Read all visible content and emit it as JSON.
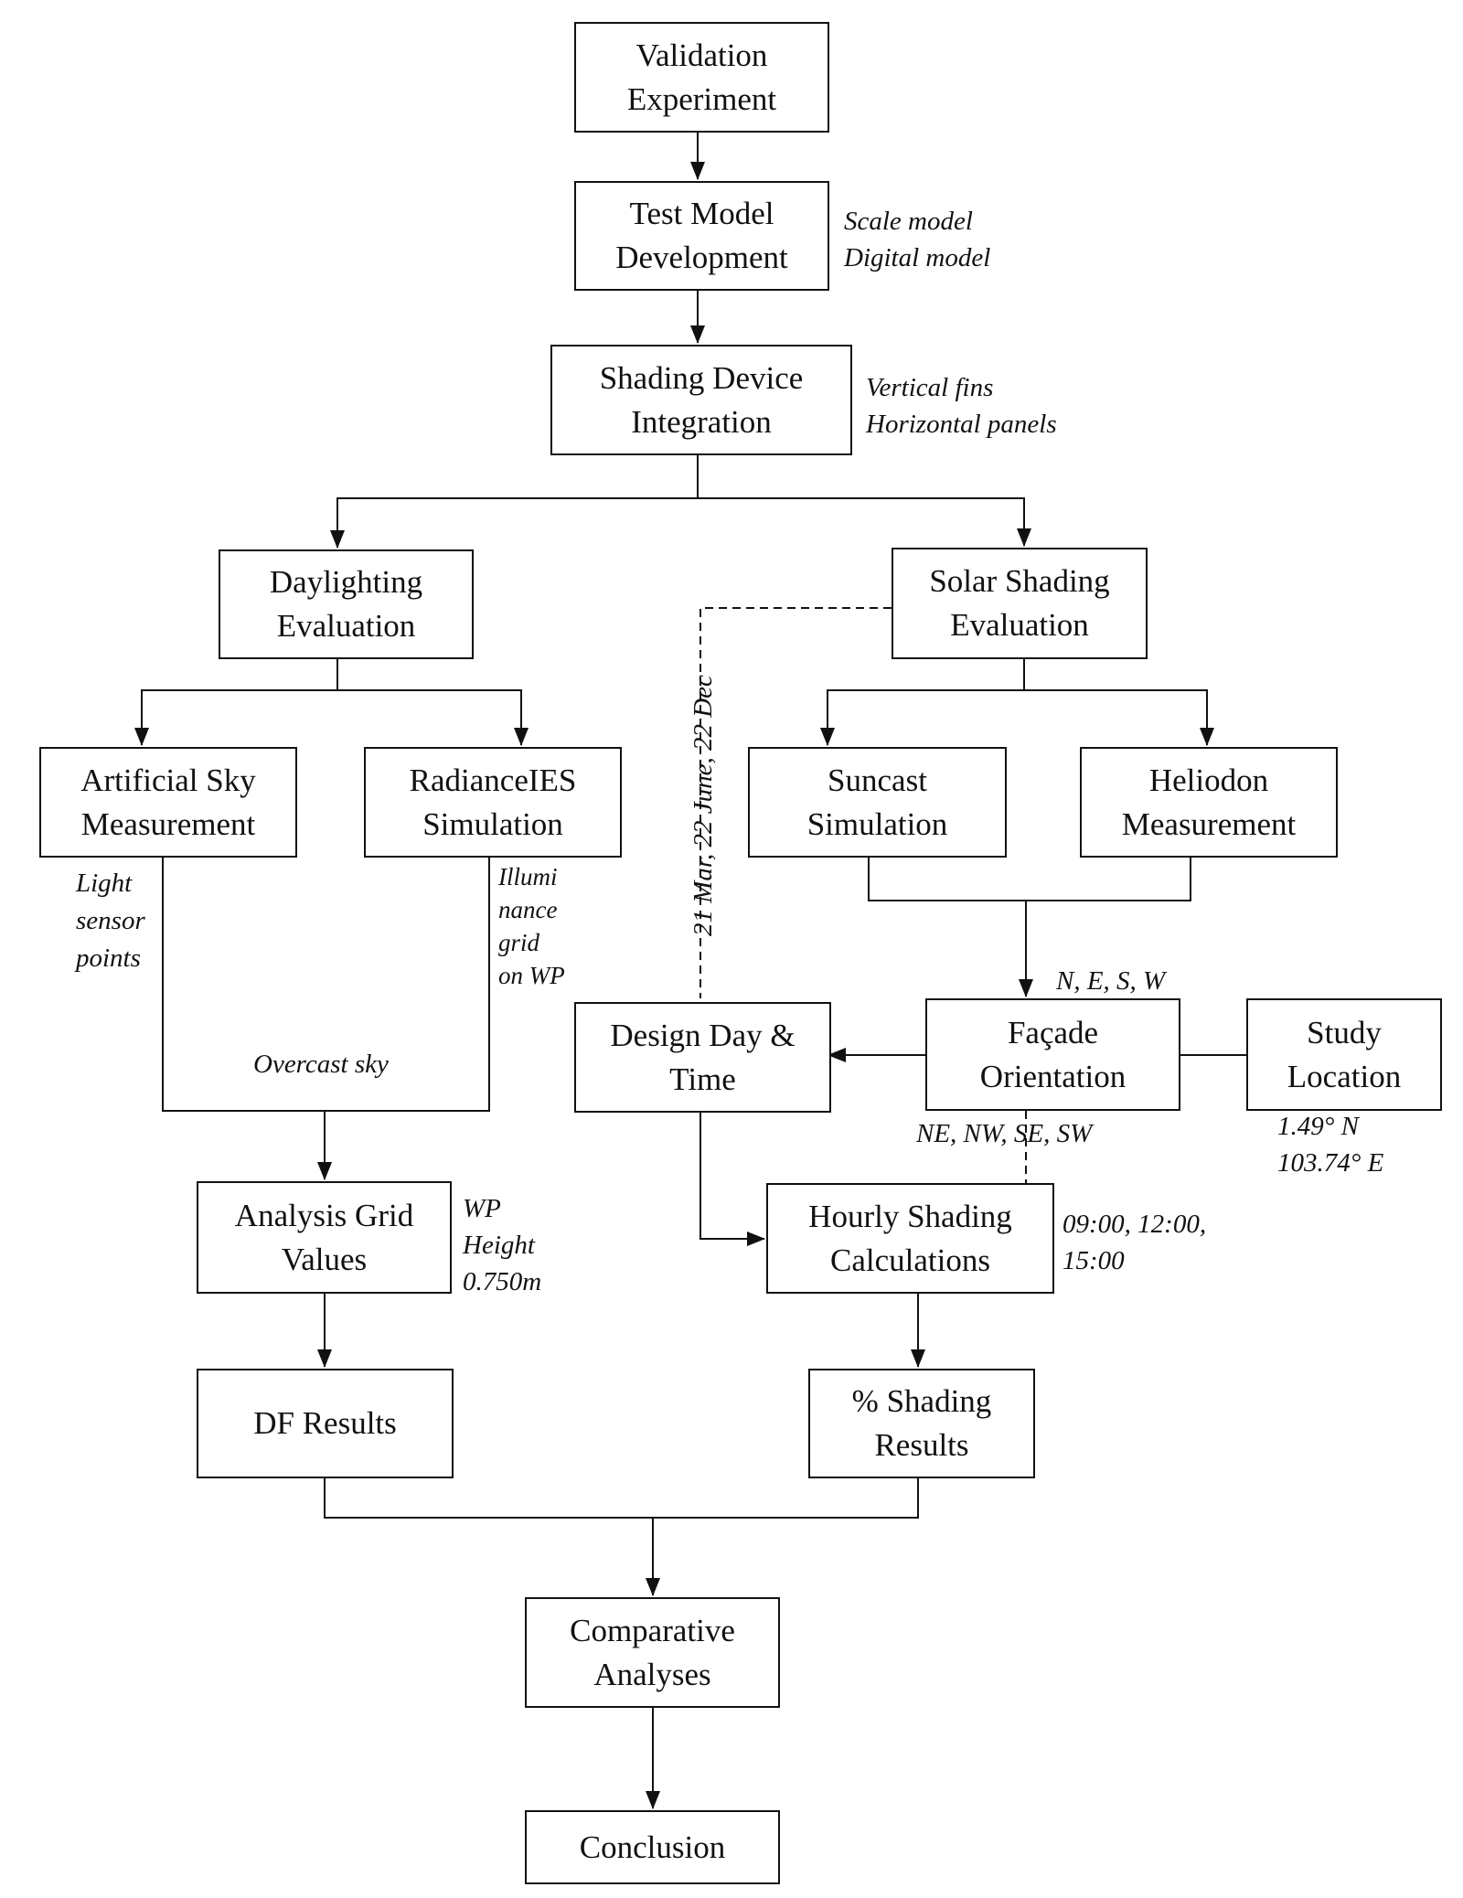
{
  "boxes": {
    "validation_experiment": [
      "Validation",
      "Experiment"
    ],
    "test_model_development": [
      "Test Model",
      "Development"
    ],
    "shading_device_integration": [
      "Shading Device",
      "Integration"
    ],
    "daylighting_evaluation": [
      "Daylighting",
      "Evaluation"
    ],
    "solar_shading_evaluation": [
      "Solar Shading",
      "Evaluation"
    ],
    "artificial_sky_measurement": [
      "Artificial Sky",
      "Measurement"
    ],
    "radiance_ies_simulation": [
      "RadianceIES",
      "Simulation"
    ],
    "suncast_simulation": [
      "Suncast",
      "Simulation"
    ],
    "heliodon_measurement": [
      "Heliodon",
      "Measurement"
    ],
    "design_day_time": [
      "Design Day &",
      "Time"
    ],
    "facade_orientation": [
      "Façade",
      "Orientation"
    ],
    "study_location": [
      "Study",
      "Location"
    ],
    "analysis_grid_values": [
      "Analysis Grid",
      "Values"
    ],
    "hourly_shading_calculations": [
      "Hourly Shading",
      "Calculations"
    ],
    "df_results": [
      "DF Results"
    ],
    "shading_results": [
      "% Shading",
      "Results"
    ],
    "comparative_analyses": [
      "Comparative",
      "Analyses"
    ],
    "conclusion": [
      "Conclusion"
    ]
  },
  "notes": {
    "test_model": [
      "Scale model",
      "Digital model"
    ],
    "shading_device": [
      "Vertical fins",
      "Horizontal panels"
    ],
    "light_sensor": [
      "Light",
      "sensor",
      "points"
    ],
    "illuminance_grid": [
      "Illumi",
      "nance",
      "grid",
      "on WP"
    ],
    "overcast_sky": "Overcast sky",
    "design_dates": "21 Mar, 22 June, 22 Dec",
    "orientations_main": "N, E, S, W",
    "orientations_inter": "NE, NW, SE, SW",
    "coordinates": [
      "1.49° N",
      "103.74° E"
    ],
    "wp_height": [
      "WP",
      "Height",
      "0.750m"
    ],
    "hours": [
      "09:00, 12:00,",
      "15:00"
    ]
  }
}
